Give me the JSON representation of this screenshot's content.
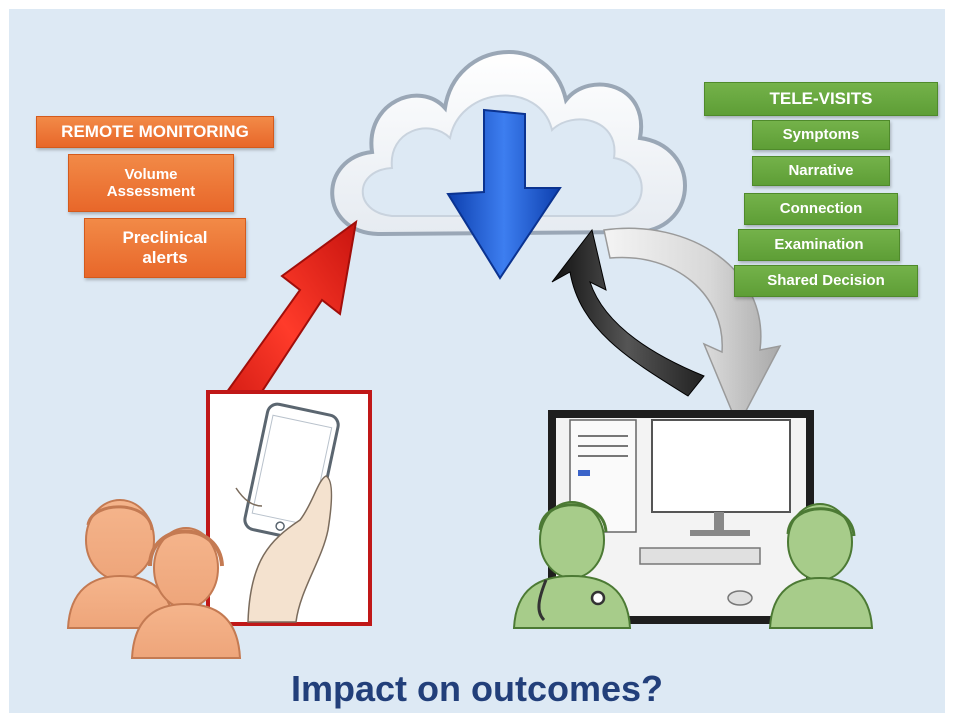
{
  "remote_monitoring": {
    "title": "REMOTE MONITORING",
    "items": [
      "Volume\nAssessment",
      "Preclinical\nalerts"
    ]
  },
  "tele_visits": {
    "title": "TELE-VISITS",
    "items": [
      "Symptoms",
      "Narrative",
      "Connection",
      "Examination",
      "Shared Decision"
    ]
  },
  "caption": "Impact on outcomes?",
  "colors": {
    "background": "#dde9f4",
    "orange": "#ec7434",
    "green": "#66a63d",
    "upload_arrow": "#e5231b",
    "download_arrow": "#1f5fd1",
    "caption": "#223f7a"
  }
}
